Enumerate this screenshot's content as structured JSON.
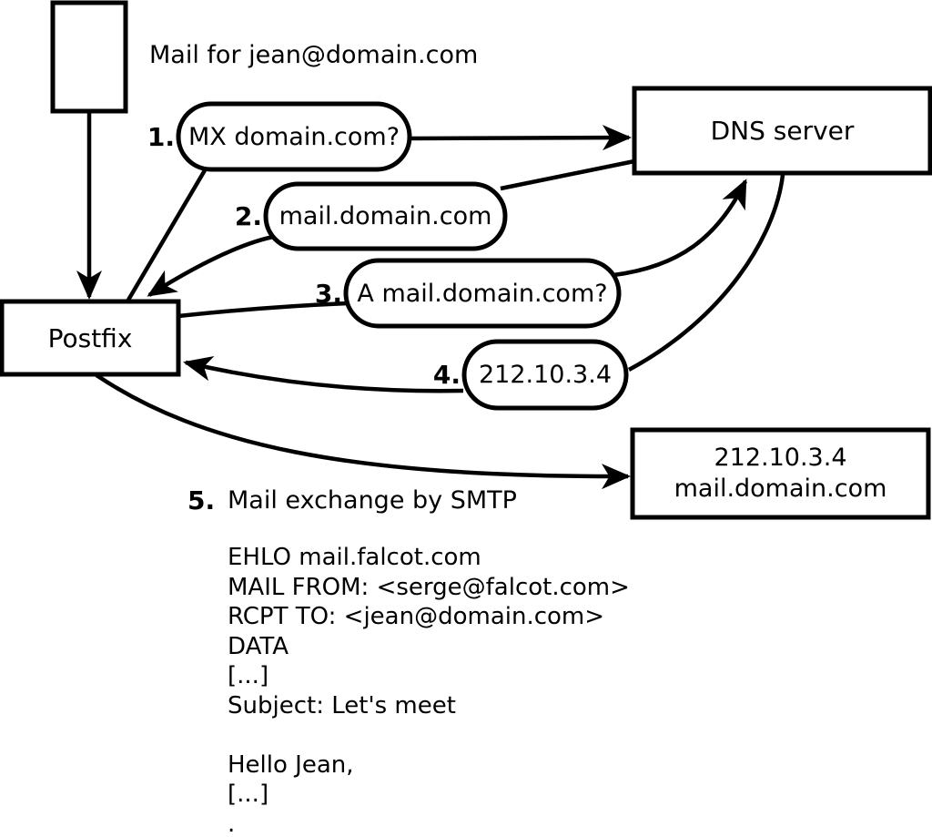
{
  "labels": {
    "mail_for": "Mail for jean@domain.com"
  },
  "nodes": {
    "postfix": "Postfix",
    "dns_server": "DNS server",
    "mail_server_ip": "212.10.3.4",
    "mail_server_host": "mail.domain.com"
  },
  "steps": [
    {
      "num": "1.",
      "label": "MX domain.com?"
    },
    {
      "num": "2.",
      "label": "mail.domain.com"
    },
    {
      "num": "3.",
      "label": "A mail.domain.com?"
    },
    {
      "num": "4.",
      "label": "212.10.3.4"
    },
    {
      "num": "5.",
      "label": "Mail exchange by SMTP"
    }
  ],
  "smtp_session": [
    "EHLO mail.falcot.com",
    "MAIL FROM: <serge@falcot.com>",
    "RCPT TO: <jean@domain.com>",
    "DATA",
    "[...]",
    "Subject: Let's meet",
    "",
    "Hello Jean,",
    "[...]",
    "."
  ],
  "colors": {
    "stroke": "#000000",
    "fill": "#ffffff",
    "background": "#ffffff"
  }
}
